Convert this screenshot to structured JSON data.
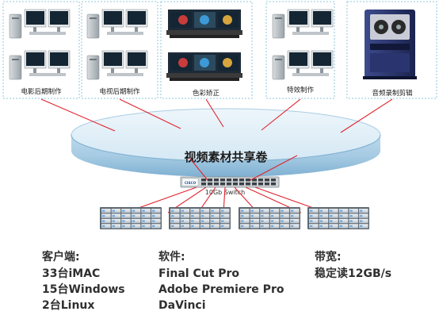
{
  "workstations": [
    {
      "label": "电影后期制作"
    },
    {
      "label": "电视后期制作"
    },
    {
      "label": "色彩矫正"
    },
    {
      "label": "特效制作"
    },
    {
      "label": "音频录制剪辑"
    }
  ],
  "storage": {
    "label": "视频素材共享卷"
  },
  "switch": {
    "label": "10Gb Switch",
    "brand": "CISCO"
  },
  "stats": {
    "clients": {
      "heading": "客户端:",
      "items": [
        "33台iMAC",
        "15台Windows",
        "2台Linux"
      ]
    },
    "software": {
      "heading": "软件:",
      "items": [
        "Final Cut Pro",
        "Adobe Premiere Pro",
        "DaVinci"
      ]
    },
    "bandwidth": {
      "heading": "带宽:",
      "items": [
        "稳定读12GB/s"
      ]
    }
  },
  "colors": {
    "link": "#e0242f",
    "box_border": "#8ec7de",
    "disk": "#6fa8dc",
    "screen": "#142533"
  }
}
